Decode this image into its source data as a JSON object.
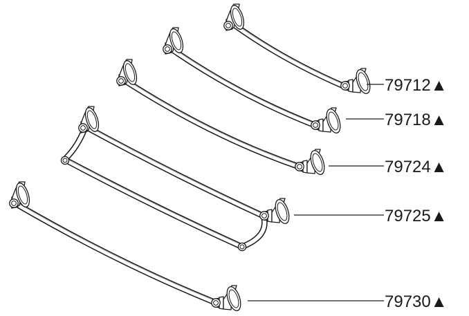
{
  "diagram": {
    "labels": [
      {
        "model": "79712",
        "marker": "▲"
      },
      {
        "model": "79718",
        "marker": "▲"
      },
      {
        "model": "79724",
        "marker": "▲"
      },
      {
        "model": "79725",
        "marker": "▲"
      },
      {
        "model": "79730",
        "marker": "▲"
      }
    ]
  }
}
